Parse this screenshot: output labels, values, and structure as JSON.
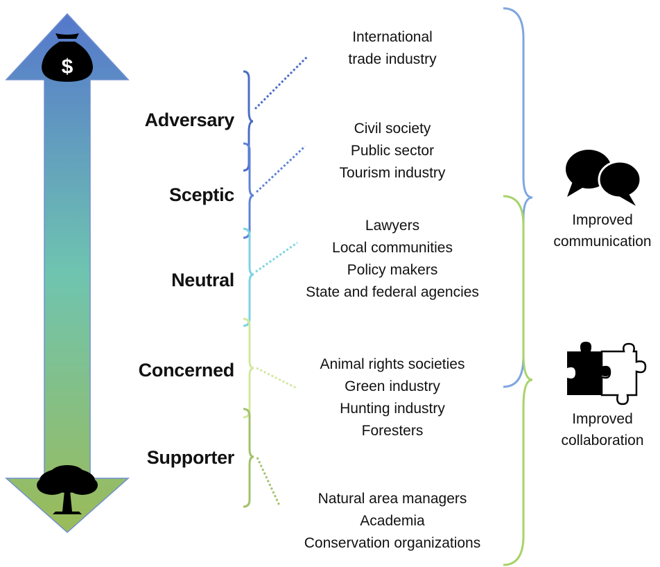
{
  "categories": [
    {
      "label": "Adversary",
      "color": "#4a6cc4"
    },
    {
      "label": "Sceptic",
      "color": "#5e83d8"
    },
    {
      "label": "Neutral",
      "color": "#7dd3e2"
    },
    {
      "label": "Concerned",
      "color": "#d2e8a0"
    },
    {
      "label": "Supporter",
      "color": "#a3c26a"
    }
  ],
  "stakeholder_groups": [
    {
      "lines": [
        "International",
        "trade industry"
      ]
    },
    {
      "lines": [
        "Civil society",
        "Public sector",
        "Tourism industry"
      ]
    },
    {
      "lines": [
        "Lawyers",
        "Local communities",
        "Policy makers",
        "State and federal agencies"
      ]
    },
    {
      "lines": [
        "Animal rights societies",
        "Green industry",
        "Hunting industry",
        "Foresters"
      ]
    },
    {
      "lines": [
        "Natural area managers",
        "Academia",
        "Conservation organizations"
      ]
    }
  ],
  "outcomes": {
    "communication": {
      "line1": "Improved",
      "line2": "communication",
      "icon": "speech-bubbles-icon",
      "brace_color": "#7ea6e0"
    },
    "collaboration": {
      "line1": "Improved",
      "line2": "collaboration",
      "icon": "puzzle-pieces-icon",
      "brace_color": "#a7d36a"
    }
  },
  "arrow": {
    "top_icon": "money-bag-icon",
    "bottom_icon": "tree-icon",
    "gradient": [
      "#5577cc",
      "#6fc4b0",
      "#9bbb58"
    ]
  }
}
